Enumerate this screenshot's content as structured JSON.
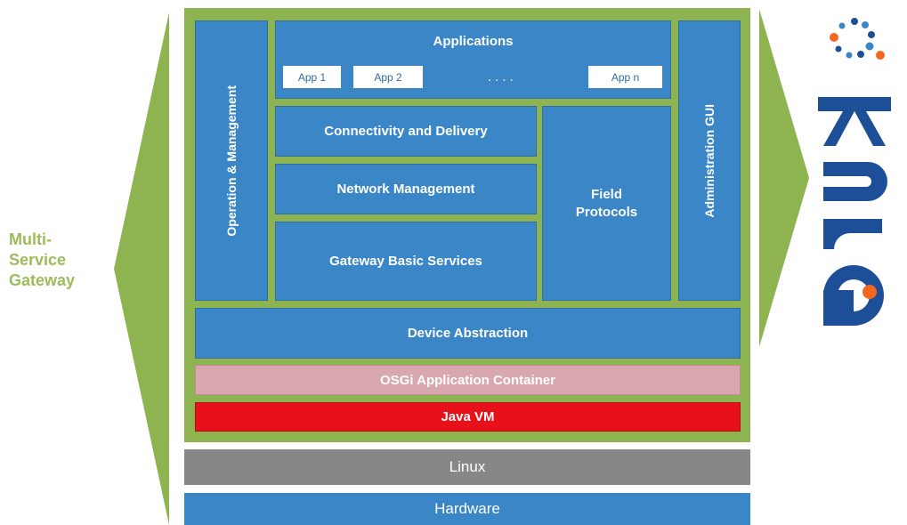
{
  "diagram": {
    "side_label": [
      "Multi-",
      "Service",
      "Gateway"
    ],
    "operation_management": "Operation & Management",
    "applications": {
      "title": "Applications",
      "apps": [
        "App 1",
        "App 2",
        "App n"
      ],
      "ellipsis": "....",
      "note": ""
    },
    "administration_gui": "Administration GUI",
    "connectivity": "Connectivity and Delivery",
    "network_management": "Network Management",
    "field_protocols": [
      "Field",
      "Protocols"
    ],
    "gateway_basic_services": "Gateway Basic Services",
    "device_abstraction": "Device Abstraction",
    "osgi": "OSGi Application Container",
    "java_vm": "Java VM",
    "linux": "Linux",
    "hardware": "Hardware"
  },
  "logo": {
    "text": "kura"
  },
  "colors": {
    "frame_green": "#8db451",
    "block_blue": "#3b86c6",
    "osgi_pink": "#d9a7ae",
    "java_red": "#e8111a",
    "linux_gray": "#878787",
    "label_green": "#9cbc5c",
    "logo_blue": "#1c4f98",
    "logo_orange": "#f26722"
  }
}
